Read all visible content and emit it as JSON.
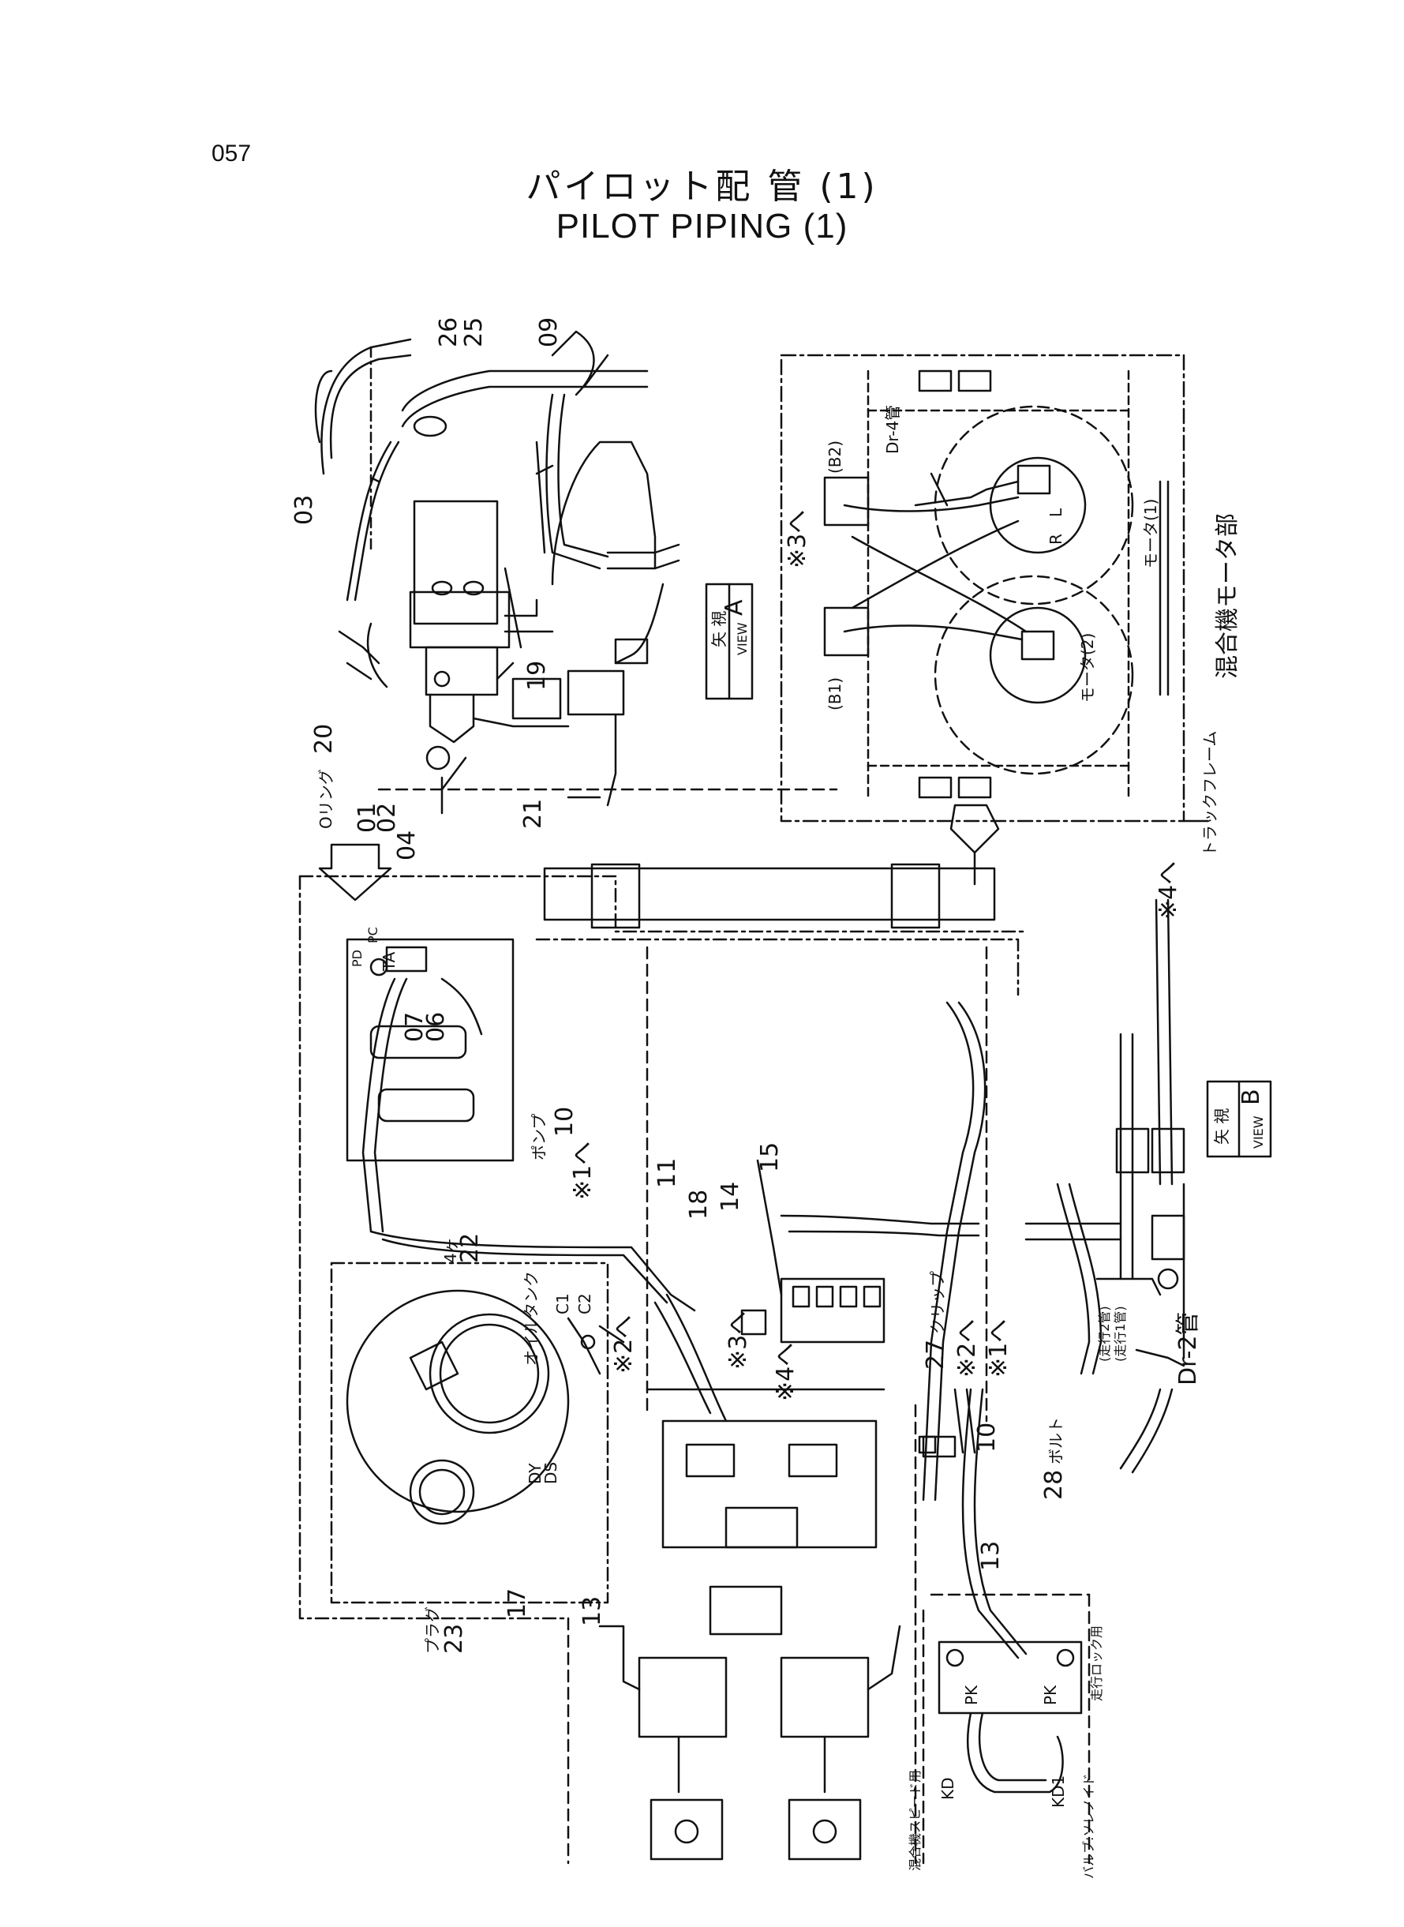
{
  "page": {
    "number": "057",
    "title_ja": "パイロット配 管 (1)",
    "title_en": "PILOT  PIPING (1)"
  },
  "views": {
    "view_a": {
      "label_ja": "矢 視",
      "label_en": "VIEW",
      "letter": "A"
    },
    "view_b": {
      "label_ja": "矢 視",
      "label_en": "VIEW",
      "letter": "B"
    }
  },
  "panel_b": {
    "frame_label": "トラックフレーム",
    "section_label": "混合機モータ部",
    "pipe_top": "Dr-4管",
    "motor1": "モータ(1)",
    "motor2": "モータ(2)",
    "port_b1": "(B1)",
    "port_b2": "(B2)",
    "port_r": "R",
    "port_l": "L",
    "ref_3": "※3へ"
  },
  "parts": {
    "p01": "01",
    "p02": "02",
    "o_ring": "Oリング",
    "p03": "03",
    "p04": "04",
    "p06": "06",
    "p07": "07",
    "p09": "09",
    "p10": "10",
    "p10b": "10",
    "p11": "11",
    "p13": "13",
    "p13b": "13",
    "p14": "14",
    "p15": "15",
    "p17": "17",
    "p18": "18",
    "p19": "19",
    "p20": "20",
    "p21": "21",
    "p22": "22",
    "p23": "23",
    "p25": "25",
    "p26": "26",
    "p27": "27",
    "p28": "28",
    "plug": "プラグ",
    "clip": "クリップ",
    "bolt": "ボルト",
    "qty4": "4ヶ"
  },
  "labels": {
    "pump": "ポンプ",
    "oil_tank": "オイルタンク",
    "ta": "TA",
    "pc": "PC",
    "pd": "PD",
    "dy": "DY",
    "ds": "DS",
    "c1": "C1",
    "c2": "C2",
    "pk": "PK",
    "pk2": "PK",
    "kd": "KD",
    "kd1": "KD1",
    "ref_1": "※1へ",
    "ref_1b": "※1へ",
    "ref_2": "※2へ",
    "ref_2b": "※2へ",
    "ref_3": "※3へ",
    "ref_4": "※4へ",
    "ref_4b": "※4へ",
    "dr2": "Dr-2管",
    "travel1": "(走行1管)",
    "travel2": "(走行2管)",
    "mixer_speed": "混合機スピード用",
    "travel_lock": "走行ロック用",
    "valve_solenoid": "バルブ:ソレノイド"
  }
}
